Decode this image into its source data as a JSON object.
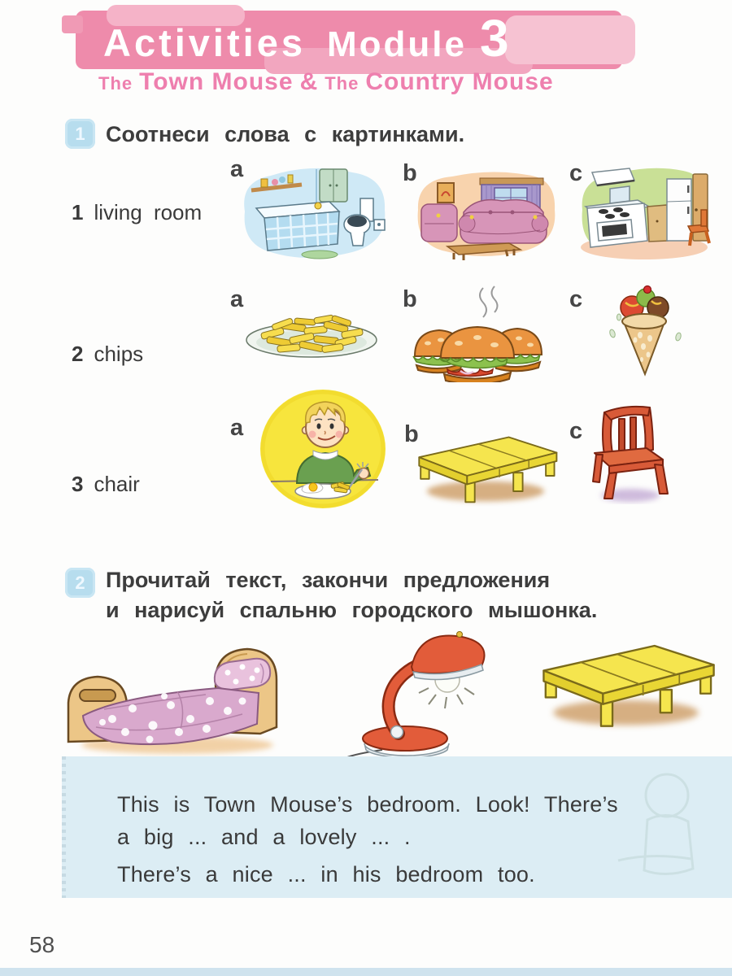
{
  "colors": {
    "banner_pink": "#ee8bab",
    "subtitle_pink": "#ee7fae",
    "badge_blue": "#b7ddee",
    "textbox_blue": "#dcedf4",
    "text_dark": "#3a3a3a"
  },
  "header": {
    "title_word1": "Activities",
    "title_word2": "Module",
    "title_number": "3",
    "subtitle_the1": "The",
    "subtitle_main1": "Town Mouse",
    "subtitle_amp": "&",
    "subtitle_the2": "The",
    "subtitle_main2": "Country Mouse"
  },
  "exercise1": {
    "badge": "1",
    "instruction": "Соотнеси слова с картинками.",
    "rows": [
      {
        "num": "1",
        "word": "living room",
        "options": [
          "a",
          "b",
          "c"
        ],
        "pictures": [
          "bathroom",
          "living room",
          "kitchen"
        ]
      },
      {
        "num": "2",
        "word": "chips",
        "options": [
          "a",
          "b",
          "c"
        ],
        "pictures": [
          "plate of chips",
          "burgers",
          "ice cream cone"
        ]
      },
      {
        "num": "3",
        "word": "chair",
        "options": [
          "a",
          "b",
          "c"
        ],
        "pictures": [
          "boy eating at table",
          "yellow table",
          "red chair"
        ]
      }
    ]
  },
  "exercise2": {
    "badge": "2",
    "instruction_line1": "Прочитай текст, закончи предложения",
    "instruction_line2": "и нарисуй спальню городского мышонка.",
    "pictures": [
      "bed",
      "lamp",
      "table"
    ],
    "text_lines": [
      "This is Town Mouse’s bedroom. Look! There’s",
      "a big ... and a lovely ... .",
      "There’s a nice ... in his bedroom too."
    ]
  },
  "page": {
    "number": "58"
  }
}
